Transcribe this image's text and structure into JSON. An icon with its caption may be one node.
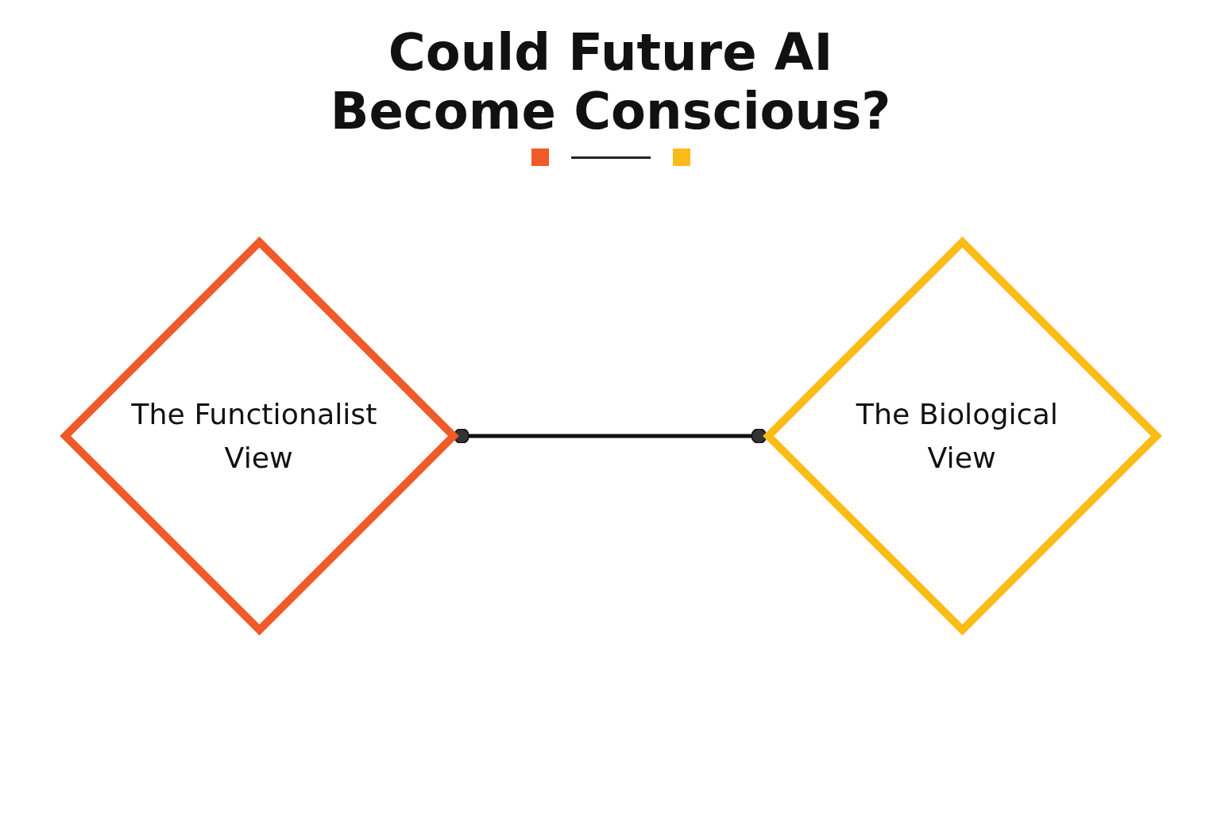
{
  "diagram": {
    "title": "Could Future AI Become Conscious?",
    "nodes": [
      {
        "text": [
          "The Functionalist View"
        ]
      },
      {
        "text": [
          "The Biological View"
        ]
      }
    ],
    "edges": [
      {
        "from": 0,
        "to": 1,
        "arrow": "other"
      }
    ]
  }
}
